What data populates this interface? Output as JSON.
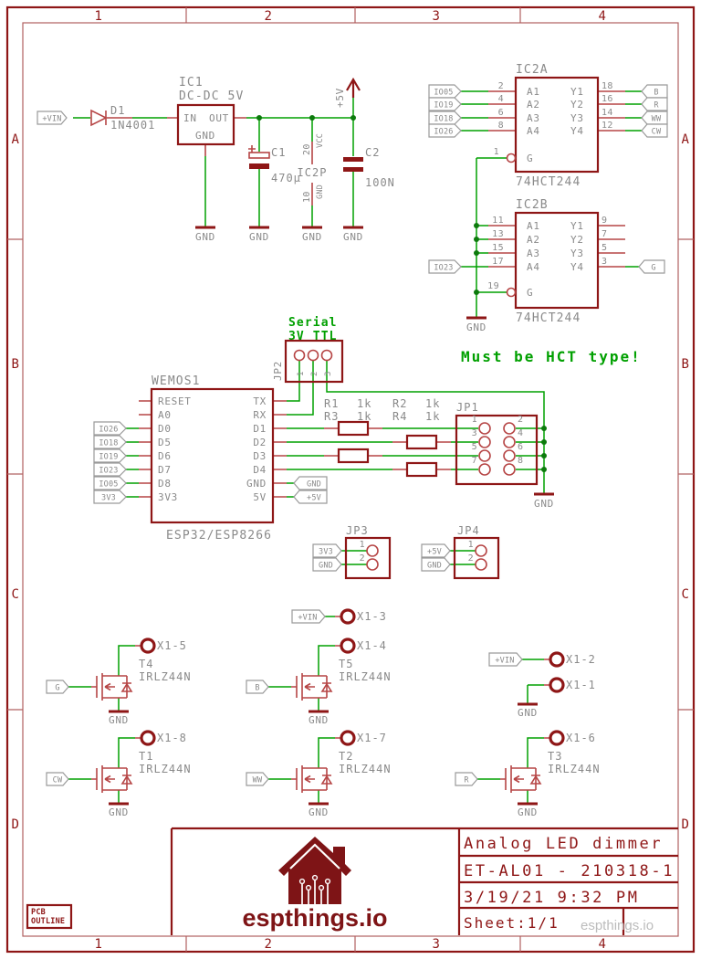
{
  "frame": {
    "cols": [
      "1",
      "2",
      "3",
      "4"
    ],
    "rows": [
      "A",
      "B",
      "C",
      "D"
    ]
  },
  "pwr": {
    "vin": "+VIN",
    "d1": "D1",
    "d1v": "1N4001",
    "ic1": "IC1",
    "ic1v": "DC-DC 5V",
    "in": "IN",
    "out": "OUT",
    "gnd": "GND",
    "c1": "C1",
    "c1v": "470µ",
    "ic2p": "IC2P",
    "n20": "20",
    "vcc": "VCC",
    "n10": "10",
    "gndp": "GND",
    "c2": "C2",
    "c2v": "100N",
    "p5": "+5V",
    "g1": "GND",
    "g2": "GND",
    "g3": "GND",
    "g4": "GND"
  },
  "ic2a": {
    "ref": "IC2A",
    "val": "74HCT244",
    "in": [
      {
        "f": "IO05",
        "n": "2",
        "p": "A1"
      },
      {
        "f": "IO19",
        "n": "4",
        "p": "A2"
      },
      {
        "f": "IO18",
        "n": "6",
        "p": "A3"
      },
      {
        "f": "IO26",
        "n": "8",
        "p": "A4"
      }
    ],
    "out": [
      {
        "n": "18",
        "p": "Y1",
        "f": "B"
      },
      {
        "n": "16",
        "p": "Y2",
        "f": "R"
      },
      {
        "n": "14",
        "p": "Y3",
        "f": "WW"
      },
      {
        "n": "12",
        "p": "Y4",
        "f": "CW"
      }
    ],
    "en_n": "1",
    "en": "G"
  },
  "ic2b": {
    "ref": "IC2B",
    "val": "74HCT244",
    "in": [
      {
        "n": "11",
        "p": "A1"
      },
      {
        "n": "13",
        "p": "A2"
      },
      {
        "n": "15",
        "p": "A3"
      },
      {
        "n": "17",
        "p": "A4"
      }
    ],
    "flag": "IO23",
    "out": [
      {
        "n": "9",
        "p": "Y1"
      },
      {
        "n": "7",
        "p": "Y2"
      },
      {
        "n": "5",
        "p": "Y3"
      },
      {
        "n": "3",
        "p": "Y4",
        "f": "G"
      }
    ],
    "en_n": "19",
    "en": "G",
    "gnd": "GND",
    "note": "Must be HCT type!"
  },
  "jp2": {
    "ref": "JP2",
    "t1": "Serial",
    "t2": "3V TTL",
    "p": [
      "1",
      "2",
      "3"
    ]
  },
  "esp": {
    "ref": "WEMOS1",
    "val": "ESP32/ESP8266",
    "lflags": [
      "IO26",
      "IO18",
      "IO19",
      "IO23",
      "IO05",
      "3V3"
    ],
    "lpins": [
      "RESET",
      "A0",
      "D0",
      "D5",
      "D6",
      "D7",
      "D8",
      "3V3"
    ],
    "rpins": [
      "TX",
      "RX",
      "D1",
      "D2",
      "D3",
      "D4",
      "GND",
      "5V"
    ],
    "gndflag": "GND",
    "v5flag": "+5V"
  },
  "res": {
    "r1": "R1",
    "r2": "R2",
    "r3": "R3",
    "r4": "R4",
    "v": "1k"
  },
  "jp1": {
    "ref": "JP1",
    "p": [
      "1",
      "2",
      "3",
      "4",
      "5",
      "6",
      "7",
      "8"
    ],
    "gnd": "GND"
  },
  "jp3": {
    "ref": "JP3",
    "p1": "1",
    "p2": "2",
    "f1": "3V3",
    "f2": "GND"
  },
  "jp4": {
    "ref": "JP4",
    "p1": "1",
    "p2": "2",
    "f1": "+5V",
    "f2": "GND"
  },
  "fets": [
    {
      "ref": "T4",
      "val": "IRLZ44N",
      "g": "G",
      "pad": "X1-5",
      "gnd": "GND"
    },
    {
      "ref": "T5",
      "val": "IRLZ44N",
      "g": "B",
      "pad": "X1-4",
      "gnd": "GND"
    },
    {
      "ref": "T3",
      "val": "IRLZ44N",
      "g": "R",
      "pad": "X1-6",
      "gnd": "GND"
    },
    {
      "ref": "T1",
      "val": "IRLZ44N",
      "g": "CW",
      "pad": "X1-8",
      "gnd": "GND"
    },
    {
      "ref": "T2",
      "val": "IRLZ44N",
      "g": "WW",
      "pad": "X1-7",
      "gnd": "GND"
    }
  ],
  "pads": {
    "vin1": "+VIN",
    "x13": "X1-3",
    "vin2": "+VIN",
    "x12": "X1-2",
    "x11": "X1-1",
    "x11gnd": "GND"
  },
  "tb": {
    "title": "Analog LED dimmer",
    "doc": "ET-AL01 - 210318-1",
    "date": "3/19/21 9:32 PM",
    "sheet": "Sheet:1/1",
    "wm": "espthings.io",
    "logo": "espthings.io"
  },
  "pcb": {
    "l1": "PCB",
    "l2": "OUTLINE"
  }
}
